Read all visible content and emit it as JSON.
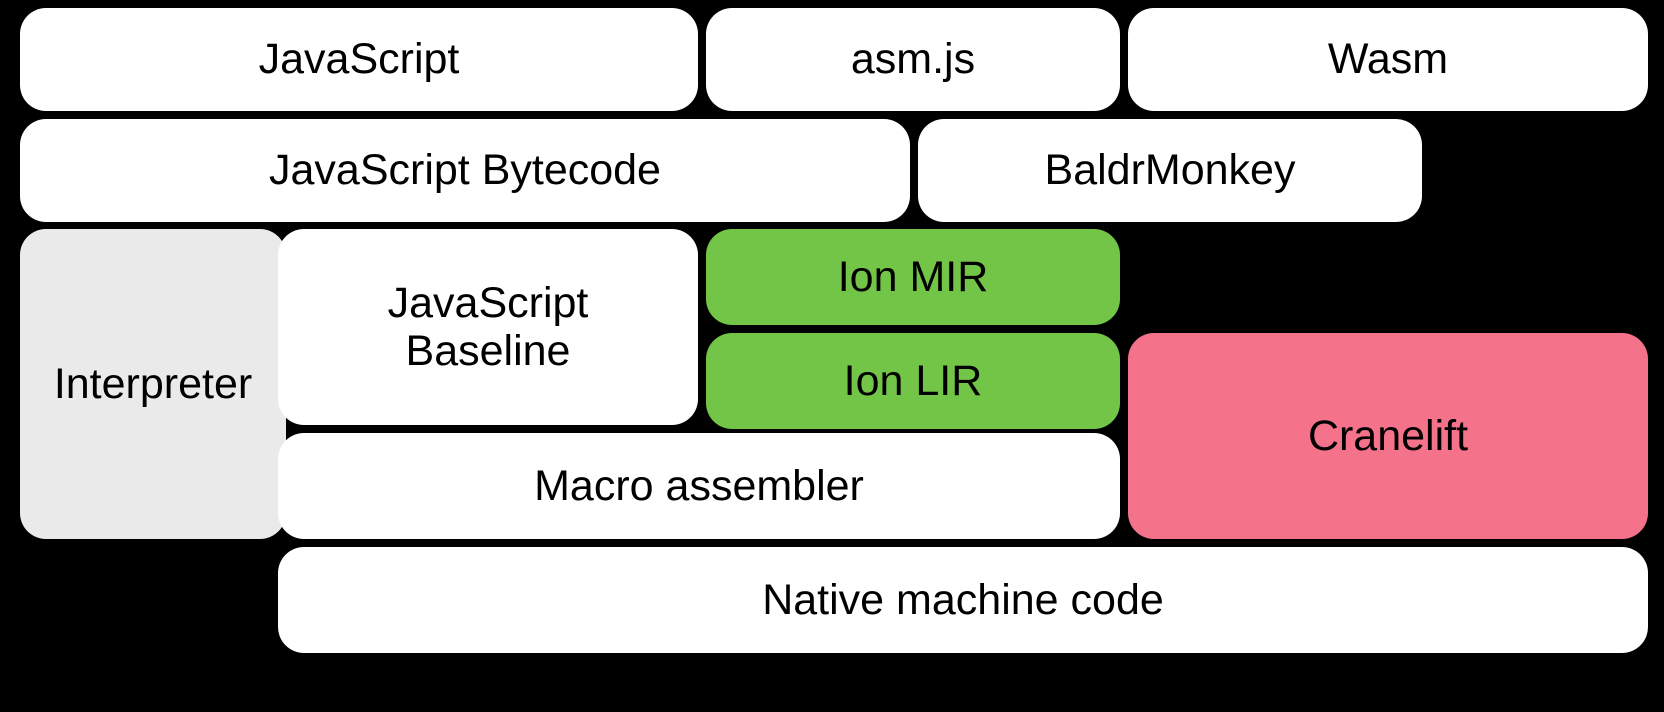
{
  "diagram": {
    "title": "SpiderMonkey JavaScript and WebAssembly compilation pipeline",
    "background_color": "#000000",
    "colors": {
      "white": "#ffffff",
      "gray": "#eaeaea",
      "green": "#72c547",
      "pink": "#f5738a",
      "text": "#000000"
    },
    "rows": [
      {
        "name": "source-languages",
        "nodes": [
          {
            "id": "javascript",
            "label": "JavaScript",
            "fill": "white"
          },
          {
            "id": "asmjs",
            "label": "asm.js",
            "fill": "white"
          },
          {
            "id": "wasm",
            "label": "Wasm",
            "fill": "white"
          }
        ]
      },
      {
        "name": "front-end-representations",
        "nodes": [
          {
            "id": "js-bytecode",
            "label": "JavaScript Bytecode",
            "fill": "white"
          },
          {
            "id": "baldrmonkey",
            "label": "BaldrMonkey",
            "fill": "white"
          }
        ]
      },
      {
        "name": "execution-tiers",
        "nodes": [
          {
            "id": "interpreter",
            "label": "Interpreter",
            "fill": "gray"
          },
          {
            "id": "js-baseline",
            "label": "JavaScript\nBaseline",
            "fill": "white"
          },
          {
            "id": "ion-mir",
            "label": "Ion MIR",
            "fill": "green"
          },
          {
            "id": "ion-lir",
            "label": "Ion LIR",
            "fill": "green"
          },
          {
            "id": "cranelift",
            "label": "Cranelift",
            "fill": "pink"
          }
        ]
      },
      {
        "name": "backend",
        "nodes": [
          {
            "id": "macro-assembler",
            "label": "Macro assembler",
            "fill": "white"
          },
          {
            "id": "native-code",
            "label": "Native machine code",
            "fill": "white"
          }
        ]
      }
    ],
    "labels": {
      "javascript": "JavaScript",
      "asmjs": "asm.js",
      "wasm": "Wasm",
      "js_bytecode": "JavaScript Bytecode",
      "baldrmonkey": "BaldrMonkey",
      "interpreter": "Interpreter",
      "js_baseline": "JavaScript\nBaseline",
      "ion_mir": "Ion MIR",
      "ion_lir": "Ion LIR",
      "cranelift": "Cranelift",
      "macro_assembler": "Macro assembler",
      "native_code": "Native machine code"
    }
  }
}
